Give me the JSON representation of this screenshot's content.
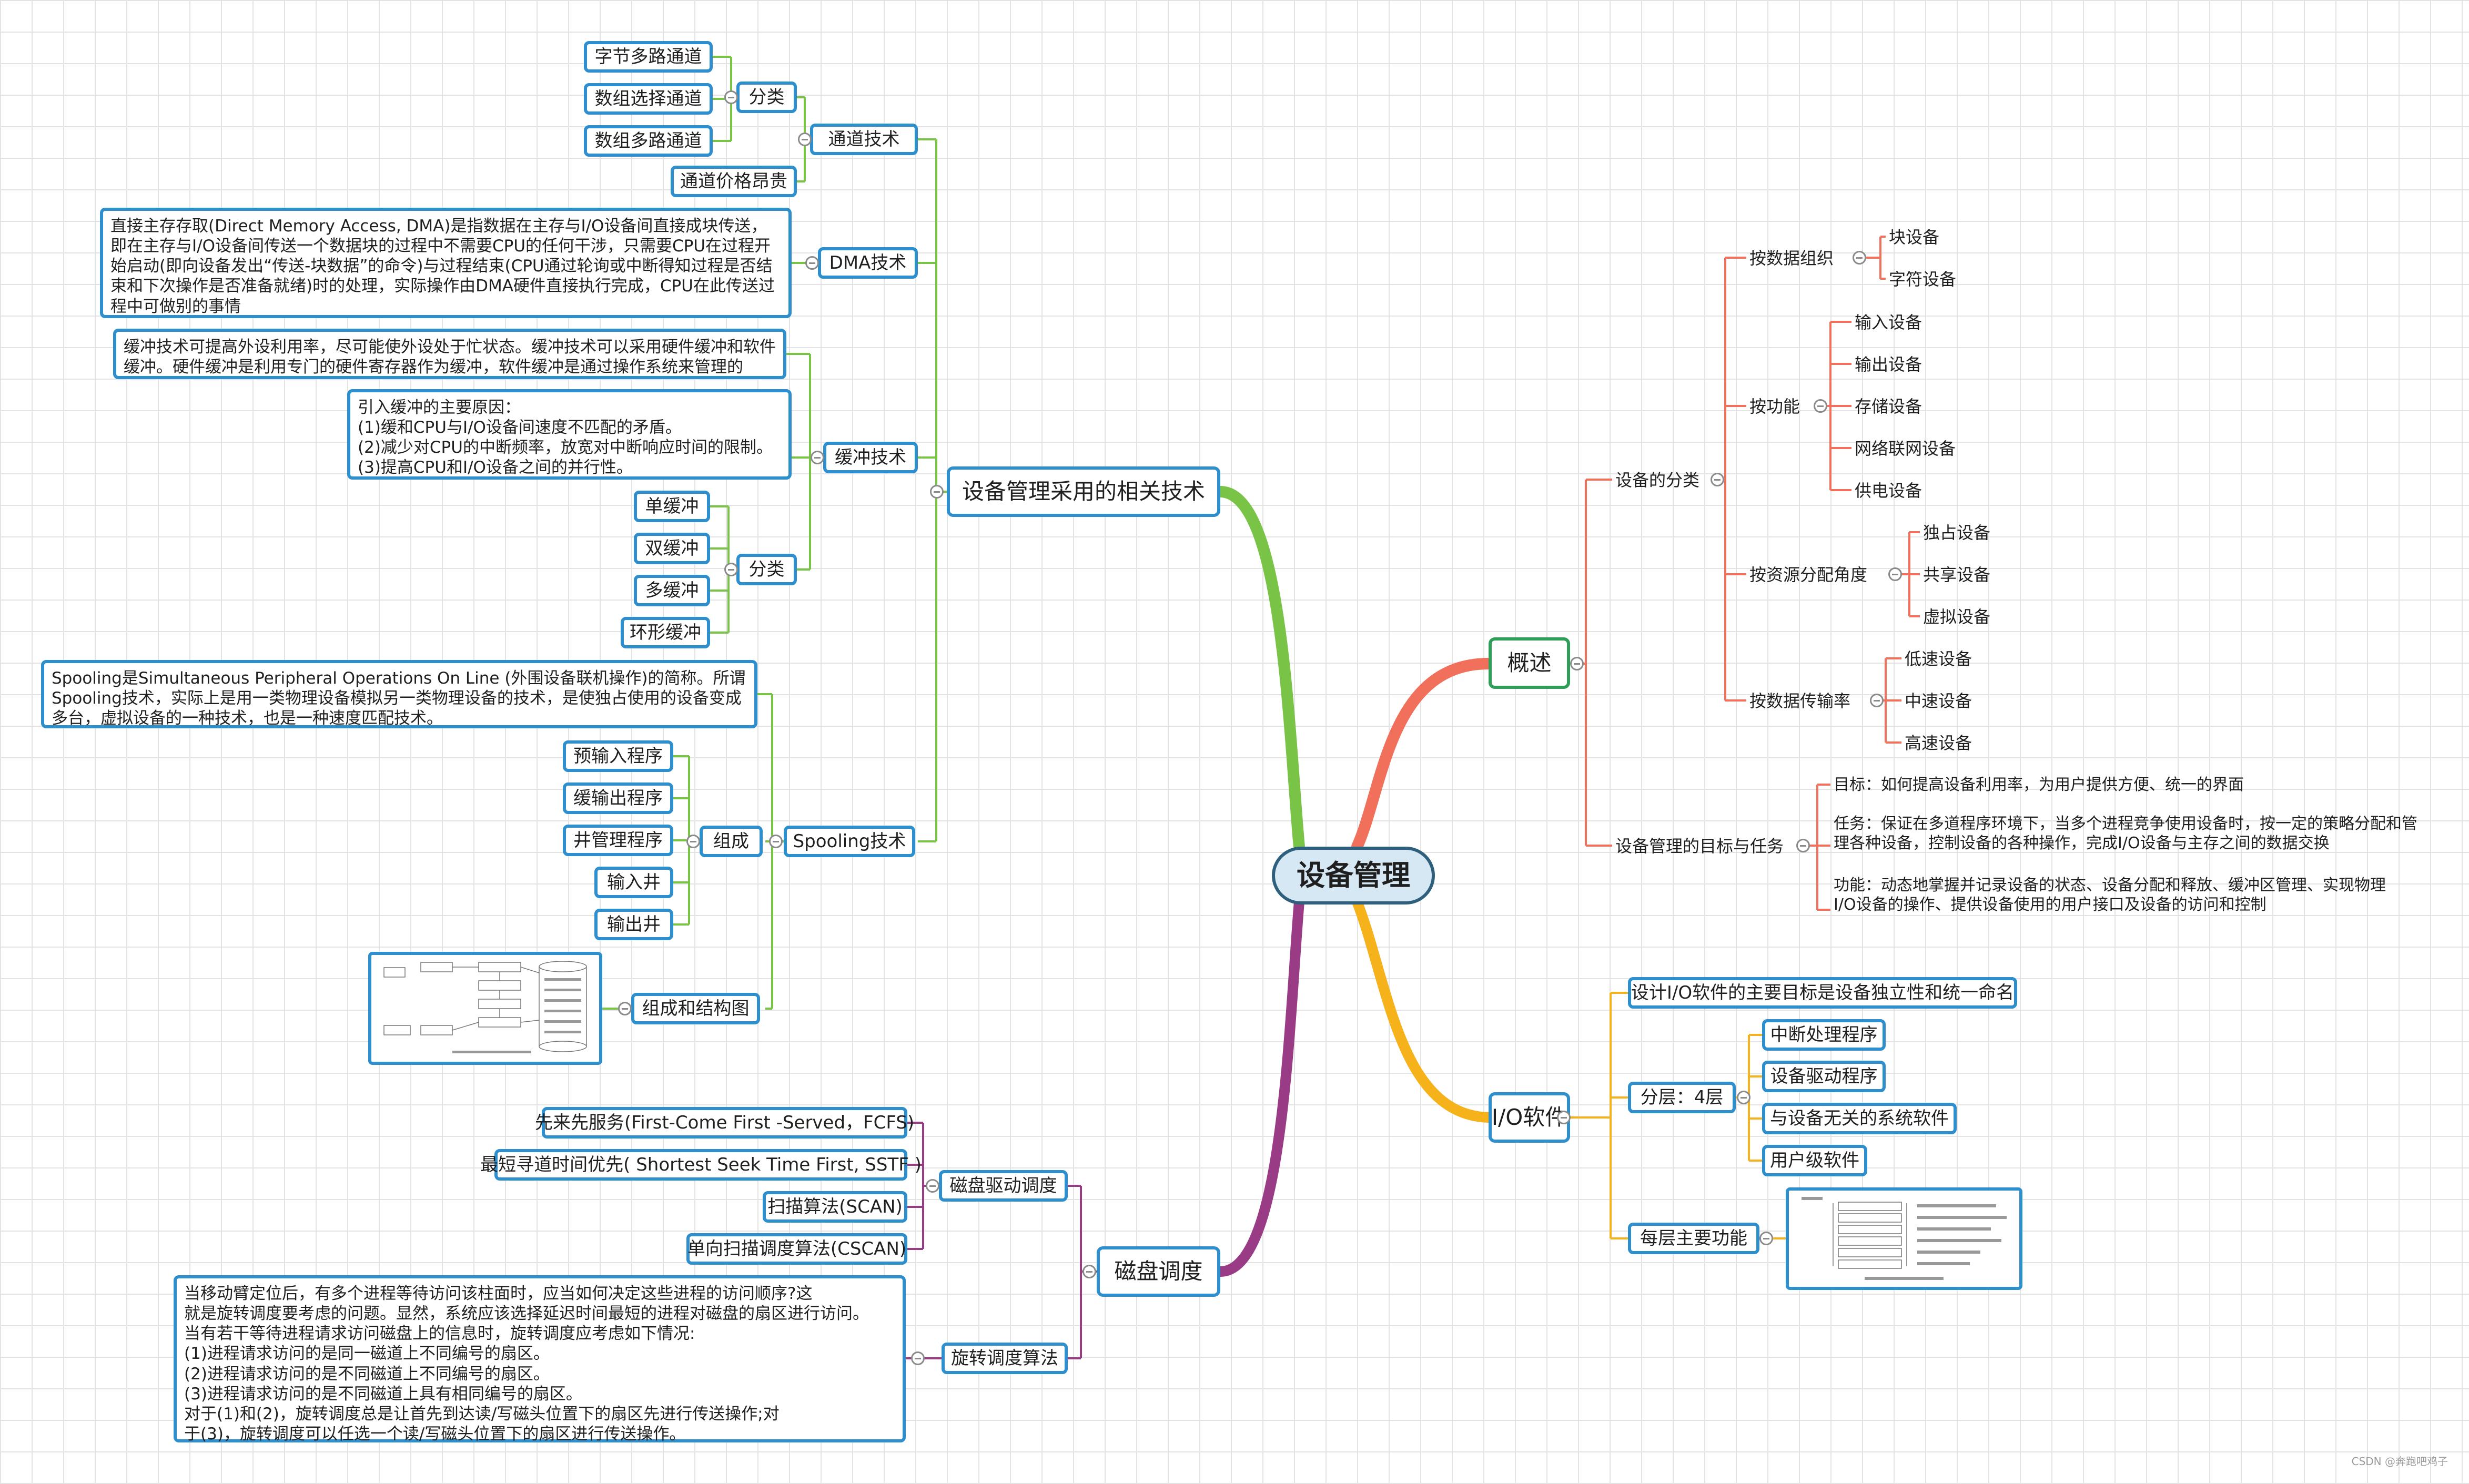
{
  "root": "设备管理",
  "overview": {
    "title": "概述",
    "classification": {
      "title": "设备的分类",
      "by_data_org": {
        "label": "按数据组织",
        "items": [
          "块设备",
          "字符设备"
        ]
      },
      "by_function": {
        "label": "按功能",
        "items": [
          "输入设备",
          "输出设备",
          "存储设备",
          "网络联网设备",
          "供电设备"
        ]
      },
      "by_resource": {
        "label": "按资源分配角度",
        "items": [
          "独占设备",
          "共享设备",
          "虚拟设备"
        ]
      },
      "by_rate": {
        "label": "按数据传输率",
        "items": [
          "低速设备",
          "中速设备",
          "高速设备"
        ]
      }
    },
    "goals": {
      "title": "设备管理的目标与任务",
      "target": "目标：如何提高设备利用率，为用户提供方便、统一的界面",
      "task": "任务：保证在多道程序环境下，当多个进程竞争使用设备时，按一定的策略分配和管理各种设备，控制设备的各种操作，完成I/O设备与主存之间的数据交换",
      "function": "功能：动态地掌握并记录设备的状态、设备分配和释放、缓冲区管理、实现物理I/O设备的操作、提供设备使用的用户接口及设备的访问和控制"
    }
  },
  "io_software": {
    "title": "I/O软件",
    "goal": "设计I/O软件的主要目标是设备独立性和统一命名",
    "layers": {
      "label": "分层：4层",
      "items": [
        "中断处理程序",
        "设备驱动程序",
        "与设备无关的系统软件",
        "用户级软件"
      ]
    },
    "functions": {
      "label": "每层主要功能"
    }
  },
  "tech": {
    "title": "设备管理采用的相关技术",
    "channel": {
      "title": "通道技术",
      "classify": "分类",
      "types": [
        "字节多路通道",
        "数组选择通道",
        "数组多路通道"
      ],
      "expensive": "通道价格昂贵"
    },
    "dma": {
      "title": "DMA技术",
      "desc": "直接主存存取(Direct Memory Access, DMA)是指数据在主存与I/O设备间直接成块传送，即在主存与I/O设备间传送一个数据块的过程中不需要CPU的任何干涉，只需要CPU在过程开始启动(即向设备发出“传送-块数据”的命令)与过程结束(CPU通过轮询或中断得知过程是否结束和下次操作是否准备就绪)时的处理，实际操作由DMA硬件直接执行完成，CPU在此传送过程中可做别的事情"
    },
    "buffer": {
      "title": "缓冲技术",
      "desc": "缓冲技术可提高外设利用率，尽可能使外设处于忙状态。缓冲技术可以采用硬件缓冲和软件缓冲。硬件缓冲是利用专门的硬件寄存器作为缓冲，软件缓冲是通过操作系统来管理的",
      "reasons": "引入缓冲的主要原因：\n(1)缓和CPU与I/O设备间速度不匹配的矛盾。\n(2)减少对CPU的中断频率，放宽对中断响应时间的限制。\n(3)提高CPU和I/O设备之间的并行性。",
      "classify": "分类",
      "types": [
        "单缓冲",
        "双缓冲",
        "多缓冲",
        "环形缓冲"
      ]
    },
    "spooling": {
      "title": "Spooling技术",
      "desc": "Spooling是Simultaneous Peripheral Operations On Line (外围设备联机操作)的简称。所谓Spooling技术，实际上是用一类物理设备模拟另一类物理设备的技术，是使独占使用的设备变成多台，虚拟设备的一种技术，也是一种速度匹配技术。",
      "compose": "组成",
      "parts": [
        "预输入程序",
        "缓输出程序",
        "井管理程序",
        "输入井",
        "输出井"
      ],
      "structure": "组成和结构图"
    }
  },
  "disk": {
    "title": "磁盘调度",
    "drive": {
      "title": "磁盘驱动调度",
      "items": [
        "先来先服务(First-Come First -Served，FCFS)",
        "最短寻道时间优先( Shortest Seek Time First, SSTF )",
        "扫描算法(SCAN)",
        "单向扫描调度算法(CSCAN)"
      ]
    },
    "rotation": {
      "title": "旋转调度算法",
      "desc": "当移动臂定位后，有多个进程等待访问该柱面时，应当如何决定这些进程的访问顺序?这\n就是旋转调度要考虑的问题。显然，系统应该选择延迟时间最短的进程对磁盘的扇区进行访问。\n当有若干等待进程请求访问磁盘上的信息时，旋转调度应考虑如下情况:\n(1)进程请求访问的是同一磁道上不同编号的扇区。\n(2)进程请求访问的是不同磁道上不同编号的扇区。\n(3)进程请求访问的是不同磁道上具有相同编号的扇区。\n对于(1)和(2)，旋转调度总是让首先到达读/写磁头位置下的扇区先进行传送操作;对\n于(3)，旋转调度可以任选一个读/写磁头位置下的扇区进行传送操作。"
    }
  },
  "credit": "CSDN @奔跑吧鸡子",
  "colors": {
    "overview_branch": "#f0705c",
    "io_branch": "#f5b21b",
    "tech_branch": "#79c447",
    "disk_branch": "#9a3b86",
    "box_border": "#2d8fce",
    "center_fill": "#d6e8f3"
  }
}
